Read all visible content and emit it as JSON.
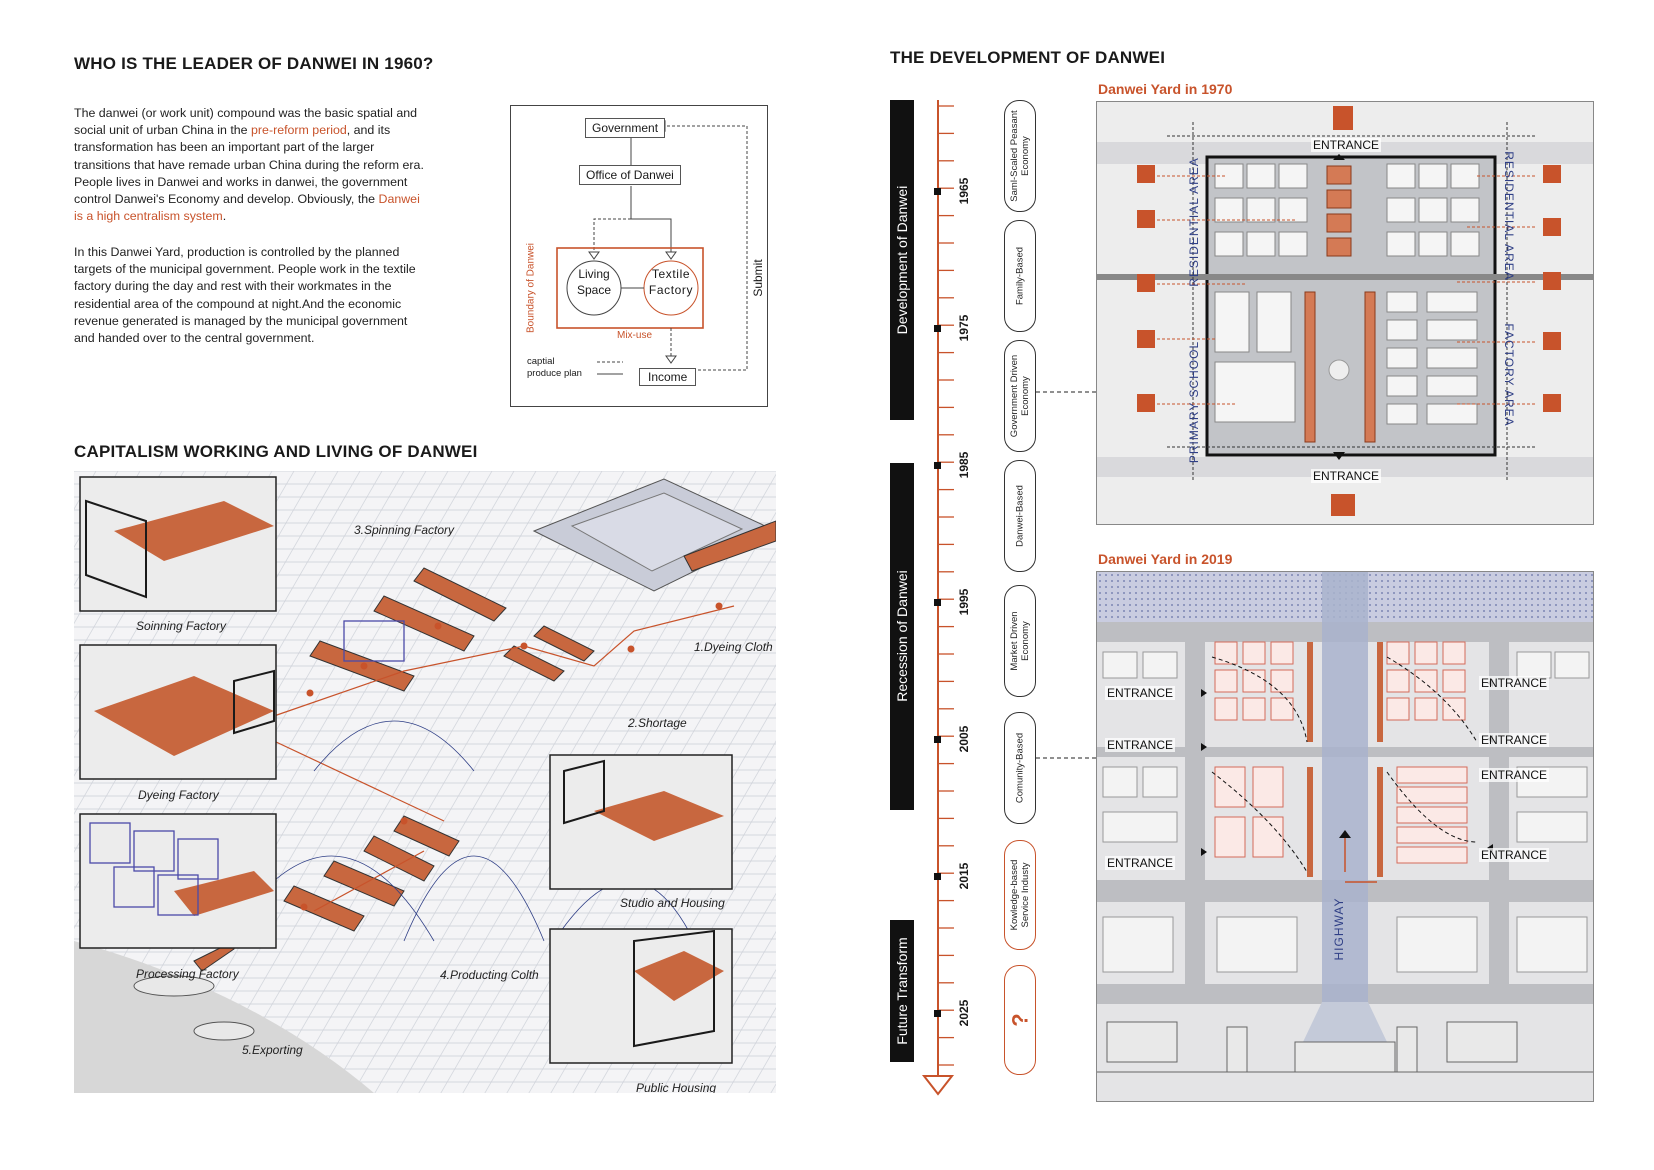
{
  "left": {
    "title1": "WHO IS THE LEADER OF DANWEI IN 1960?",
    "p1_a": "The danwei (or work unit) compound was the basic spatial and social unit of urban China in the ",
    "p1_hl1": "pre-reform period",
    "p1_b": ", and its transformation has been an important part of the larger transitions that have remade urban China during the reform era. People lives in Danwei and works in danwei, the government control Danwei's Economy and develop. Obviously, the ",
    "p1_hl2": "Danwei is a high centralism system",
    "p1_c": ".",
    "p2": "In this Danwei Yard, production is controlled by the planned targets of the municipal government. People work in the textile factory during the day and rest with their workmates in the residential area of the compound at night.And the economic revenue generated is managed by the municipal government and handed over to the central government.",
    "title2": "CAPITALISM WORKING AND LIVING OF DANWEI"
  },
  "flow": {
    "government": "Government",
    "office": "Office of Danwei",
    "living_space": "Living Space",
    "textile_factory": "Textile Factory",
    "boundary": "Boundary of Danwei",
    "mix_use": "Mix-use",
    "submit": "Submit",
    "income": "Income",
    "legend_capital": "captial",
    "legend_plan": "produce plan"
  },
  "isometric": {
    "labels": [
      "3.Spinning Factory",
      "Soinning Factory",
      "1.Dyeing Cloth",
      "2.Shortage",
      "Dyeing Factory",
      "Studio and Housing",
      "Processing Factory",
      "4.Producting Colth",
      "5.Exporting",
      "Public Housing"
    ]
  },
  "right": {
    "title": "THE DEVELOPMENT OF DANWEI",
    "phases": [
      "Development of Danwei",
      "Recession of Danwei",
      "Future Transform"
    ],
    "years": [
      "1965",
      "1975",
      "1985",
      "1995",
      "2005",
      "2015",
      "2025"
    ],
    "economies": [
      "Saml-Scaled Peasant Economy",
      "Family-Based",
      "Government Driven Economy",
      "Danwei-Based",
      "Market Driven Economy",
      "Comunity-Based",
      "Kowledge-based Service Industy",
      "?"
    ],
    "yard1970": {
      "title": "Danwei Yard in 1970",
      "entrance": "ENTRANCE",
      "primary_school": "PRIMARY SCHOOL",
      "residential_left": "RESIDENTIAL AREA",
      "residential_right": "RESIDENTIAL AREA",
      "factory_area": "FACTORY AREA"
    },
    "yard2019": {
      "title": "Danwei Yard in 2019",
      "entrance": "ENTRANCE",
      "highway": "HIGHWAY"
    }
  },
  "colors": {
    "accent": "#c8532b",
    "blue_label": "#2f3f86",
    "dark": "#111111"
  }
}
